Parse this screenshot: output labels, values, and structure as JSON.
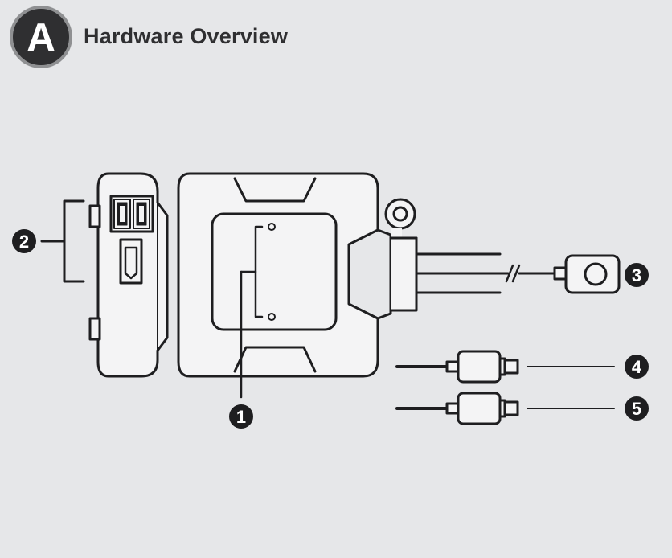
{
  "header": {
    "badge_letter": "A",
    "title": "Hardware Overview"
  },
  "callouts": {
    "c1": "1",
    "c2": "2",
    "c3": "3",
    "c4": "4",
    "c5": "5"
  },
  "colors": {
    "background": "#e6e7e9",
    "ink": "#1e1e20",
    "badge_fill": "#2f2f31",
    "badge_ring": "#8f9092",
    "device_fill": "#f4f4f5"
  }
}
